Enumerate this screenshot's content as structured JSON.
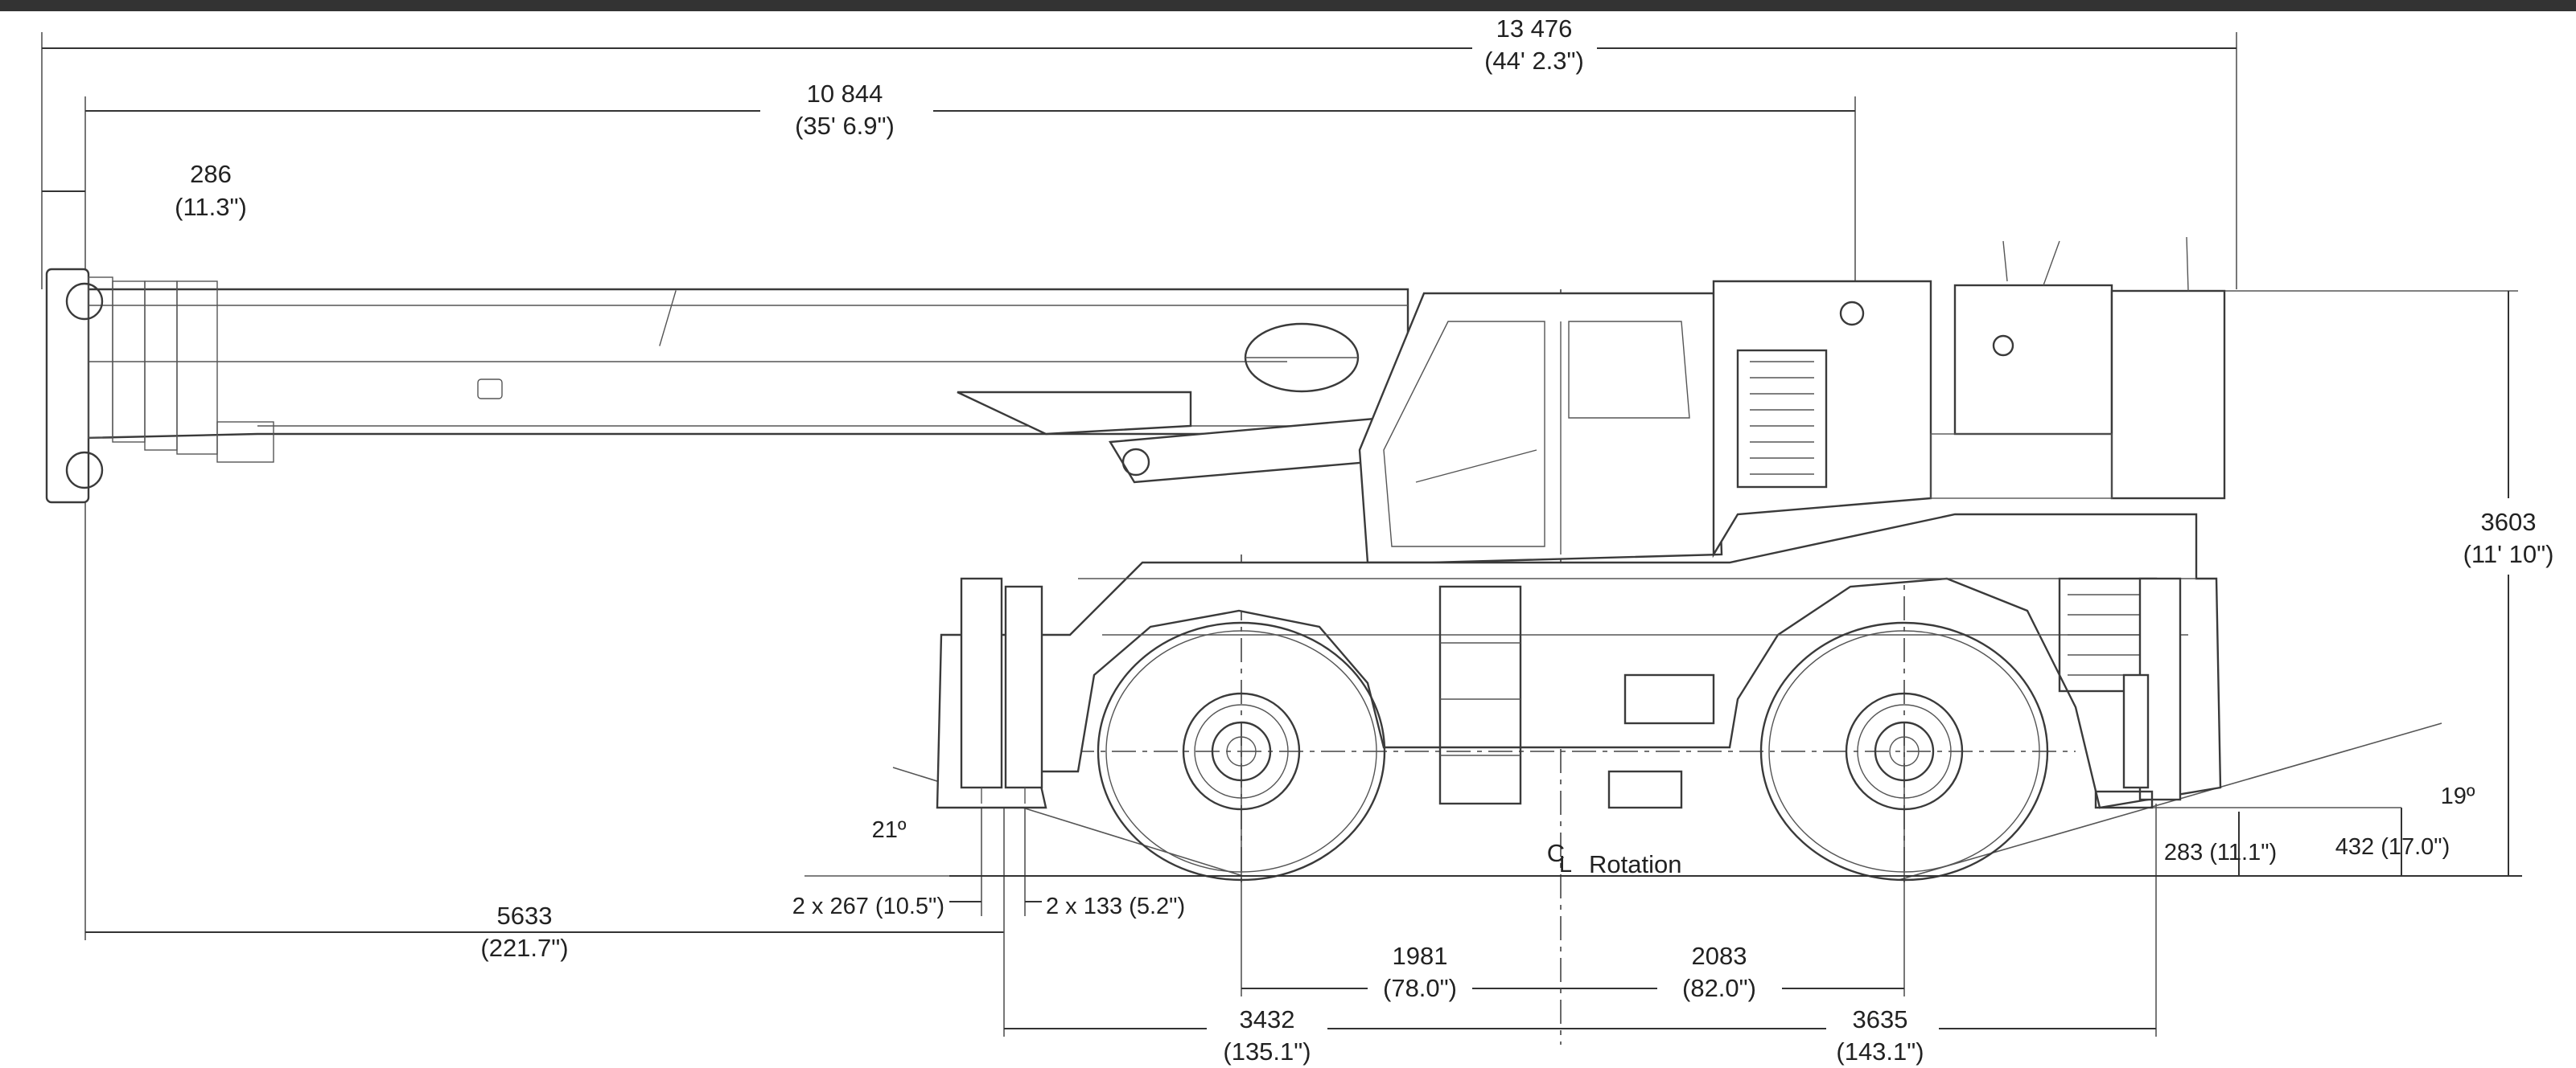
{
  "dimensions": {
    "overall_length": {
      "mm": "13 476",
      "imperial": "(44' 2.3\")"
    },
    "boom_length": {
      "mm": "10 844",
      "imperial": "(35' 6.9\")"
    },
    "boom_head": {
      "mm": "286",
      "imperial": "(11.3\")"
    },
    "height": {
      "mm": "3603",
      "imperial": "(11' 10\")"
    },
    "front_overhang": {
      "mm": "5633",
      "imperial": "(221.7\")"
    },
    "outrigger_pad_1": "2 x 267 (10.5\")",
    "outrigger_pad_2": "2 x 133 (5.2\")",
    "front_axle_to_rotation": {
      "mm": "1981",
      "imperial": "(78.0\")"
    },
    "rotation_to_rear_axle": {
      "mm": "2083",
      "imperial": "(82.0\")"
    },
    "front_outrigger_to_rotation": {
      "mm": "3432",
      "imperial": "(135.1\")"
    },
    "rotation_to_rear_outrigger": {
      "mm": "3635",
      "imperial": "(143.1\")"
    },
    "ground_clearance": "283 (11.1\")",
    "rear_height": "432 (17.0\")",
    "approach_angle": "21º",
    "departure_angle": "19º",
    "centerline_symbol": "C",
    "centerline_sub": "L",
    "rotation_label": "Rotation"
  }
}
